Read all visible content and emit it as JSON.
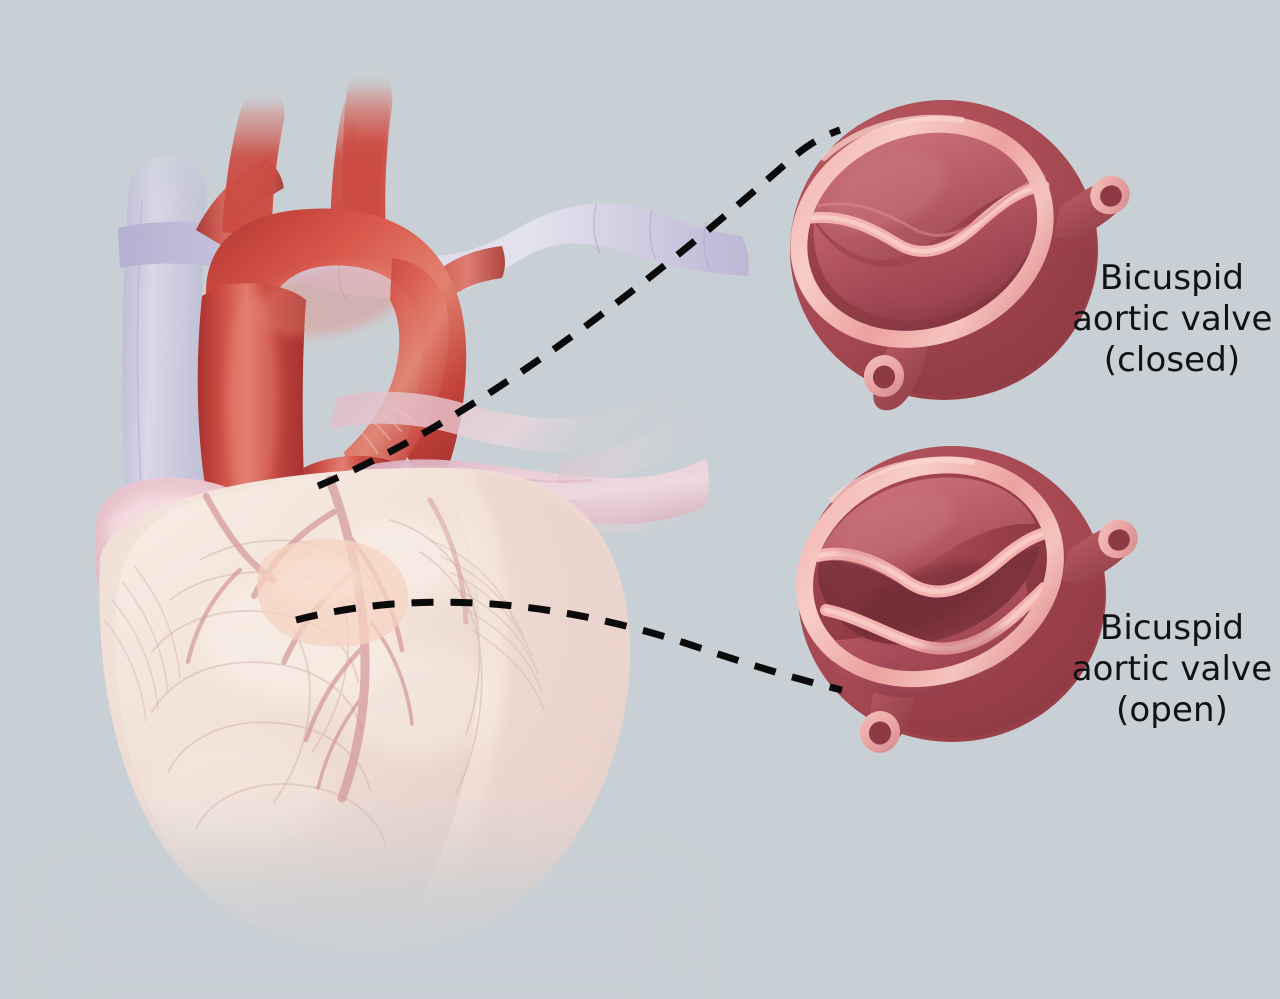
{
  "figure": {
    "kind": "anatomical-illustration",
    "subject": "Bicuspid aortic valve",
    "background_color": "#c9d0d5",
    "text_color": "#121212"
  },
  "callouts": [
    {
      "id": "closed",
      "lines": [
        "Bicuspid",
        "aortic valve",
        "(closed)"
      ],
      "leader": "dashed-curve-from-aortic-root-to-closed-valve"
    },
    {
      "id": "open",
      "lines": [
        "Bicuspid",
        "aortic valve",
        "(open)"
      ],
      "leader": "dashed-curve-from-aortic-root-to-open-valve"
    }
  ],
  "palette": {
    "background": "#c9d0d5",
    "aorta_red": "#c8433f",
    "aorta_red_light": "#d96a5e",
    "aorta_red_dark": "#a8332f",
    "vein_lavender": "#c3bfda",
    "vein_lavender_light": "#dcd8e9",
    "pulmonary_pink": "#dfb6c0",
    "pulmonary_pink_light": "#ecd2d9",
    "atrium_pink": "#e3b4bd",
    "myocardium_cream": "#f2e3da",
    "myocardium_cream_dark": "#e6d2c9",
    "coronary_pink": "#d9a2a8",
    "valve_body_dark": "#a8474f",
    "valve_body_mid": "#b4545b",
    "valve_body_deep": "#8e3b45",
    "valve_rim_pink": "#eda0a0",
    "valve_rim_pink_light": "#f6c0bd",
    "valve_cusp_shadow": "#7d323c",
    "leader_line": "#0b0b0b"
  },
  "anatomy_parts": [
    {
      "name": "aortic-arch",
      "label": "Aortic arch"
    },
    {
      "name": "ascending-aorta",
      "label": "Ascending aorta"
    },
    {
      "name": "brachiocephalic-trunk",
      "label": "Brachiocephalic trunk"
    },
    {
      "name": "left-common-carotid-artery",
      "label": "Left common carotid artery"
    },
    {
      "name": "left-subclavian-artery",
      "label": "Left subclavian artery"
    },
    {
      "name": "left-brachiocephalic-vein",
      "label": "Left brachiocephalic vein"
    },
    {
      "name": "superior-vena-cava",
      "label": "Superior vena cava"
    },
    {
      "name": "pulmonary-trunk",
      "label": "Pulmonary trunk"
    },
    {
      "name": "right-pulmonary-artery",
      "label": "Right pulmonary artery"
    },
    {
      "name": "right-atrial-appendage",
      "label": "Right atrial appendage"
    },
    {
      "name": "right-ventricle",
      "label": "Right ventricle"
    },
    {
      "name": "left-ventricle",
      "label": "Left ventricle"
    },
    {
      "name": "coronary-arteries",
      "label": "Coronary arteries"
    }
  ],
  "valve_details": {
    "closed": {
      "state": "closed",
      "cusp_count": 2,
      "commissure": "wavy-s-shaped-coaptation-line",
      "coronary_ostia": [
        "upper-right-coronary-stub",
        "lower-left-coronary-stub"
      ]
    },
    "open": {
      "state": "open",
      "cusp_count": 2,
      "orifice": "elliptical-slit",
      "coronary_ostia": [
        "upper-right-coronary-stub",
        "lower-left-coronary-stub"
      ]
    }
  }
}
